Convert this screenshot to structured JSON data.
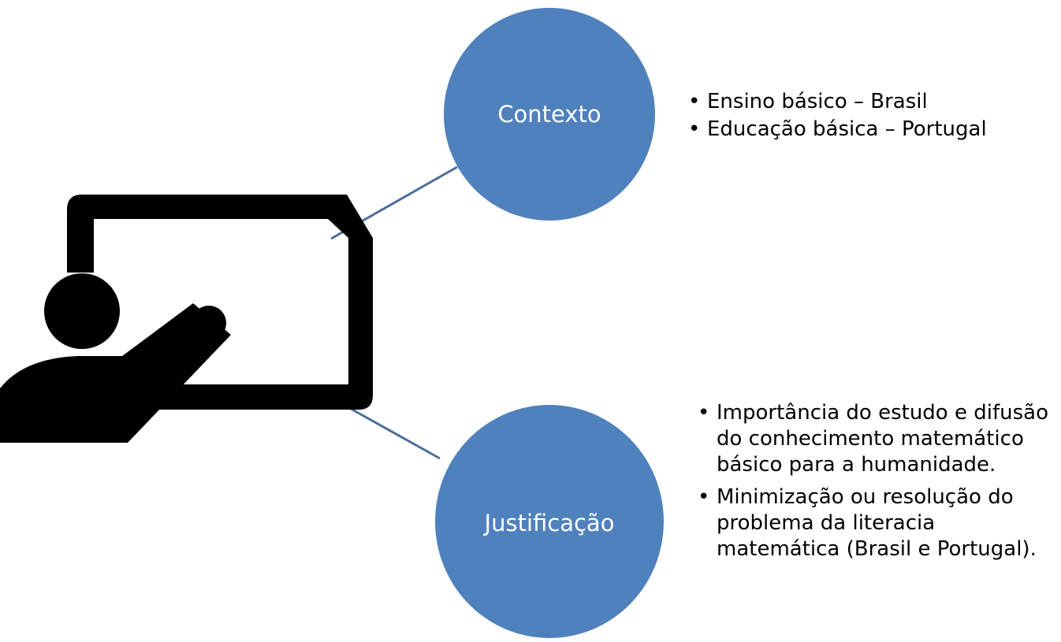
{
  "colors": {
    "node_fill": "#4F81BD",
    "connector": "#4A6E99",
    "icon": "#000000",
    "text": "#000000",
    "node_text": "#FFFFFF"
  },
  "icon": {
    "name": "teacher-whiteboard-icon"
  },
  "nodes": [
    {
      "id": "contexto",
      "label": "Contexto",
      "bullets": [
        "Ensino básico – Brasil",
        "Educação básica – Portugal"
      ]
    },
    {
      "id": "justificacao",
      "label": "Justificação",
      "bullets": [
        "Importância do estudo e difusão do conhecimento matemático básico para a humanidade.",
        "Minimização ou resolução do problema da literacia matemática (Brasil e Portugal)."
      ]
    }
  ]
}
